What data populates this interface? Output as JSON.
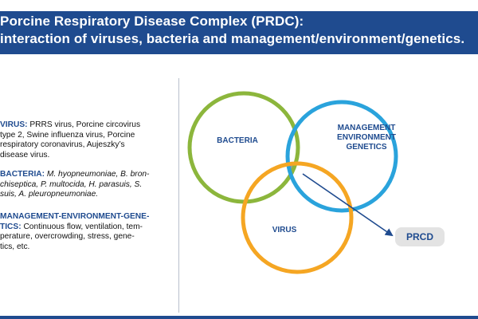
{
  "header": {
    "title_line1": "Porcine Respiratory Disease Complex (PRDC):",
    "title_line2": "interaction of viruses, bacteria and management/environment/genetics."
  },
  "left": {
    "virus": {
      "label": "VIRUS:",
      "line1": "PRRS virus, Porcine circovirus",
      "line2": "type 2, Swine influenza virus, Porcine",
      "line3": "respiratory coronavirus, Aujeszky’s",
      "line4": "disease virus."
    },
    "bacteria": {
      "label": "BACTERIA:",
      "line1": "M. hyopneumoniae, B. bron-",
      "line2": "chiseptica, P. multocida, H. parasuis, S.",
      "line3": "suis, A. pleuropneumoniae."
    },
    "mgmt": {
      "label_line1": "MANAGEMENT-ENVIRONMENT-GENE-",
      "label_line2": "TICS:",
      "line2": "Continuous flow, ventilation, tem-",
      "line3": "perature, overcrowding, stress, gene-",
      "line4": "tics, etc."
    }
  },
  "venn": {
    "bacteria_label": "BACTERIA",
    "mgmt_label_line1": "MANAGEMENT",
    "mgmt_label_line2": "ENVIRONMENT",
    "mgmt_label_line3": "GENETICS",
    "virus_label": "VIRUS",
    "result_label": "PRCD",
    "colors": {
      "bacteria": "#8cb63c",
      "mgmt": "#2aa3dc",
      "virus": "#f5a623",
      "label": "#1f4b8f",
      "intersection": "#9a9a9a",
      "result_box": "#e3e3e3"
    }
  }
}
